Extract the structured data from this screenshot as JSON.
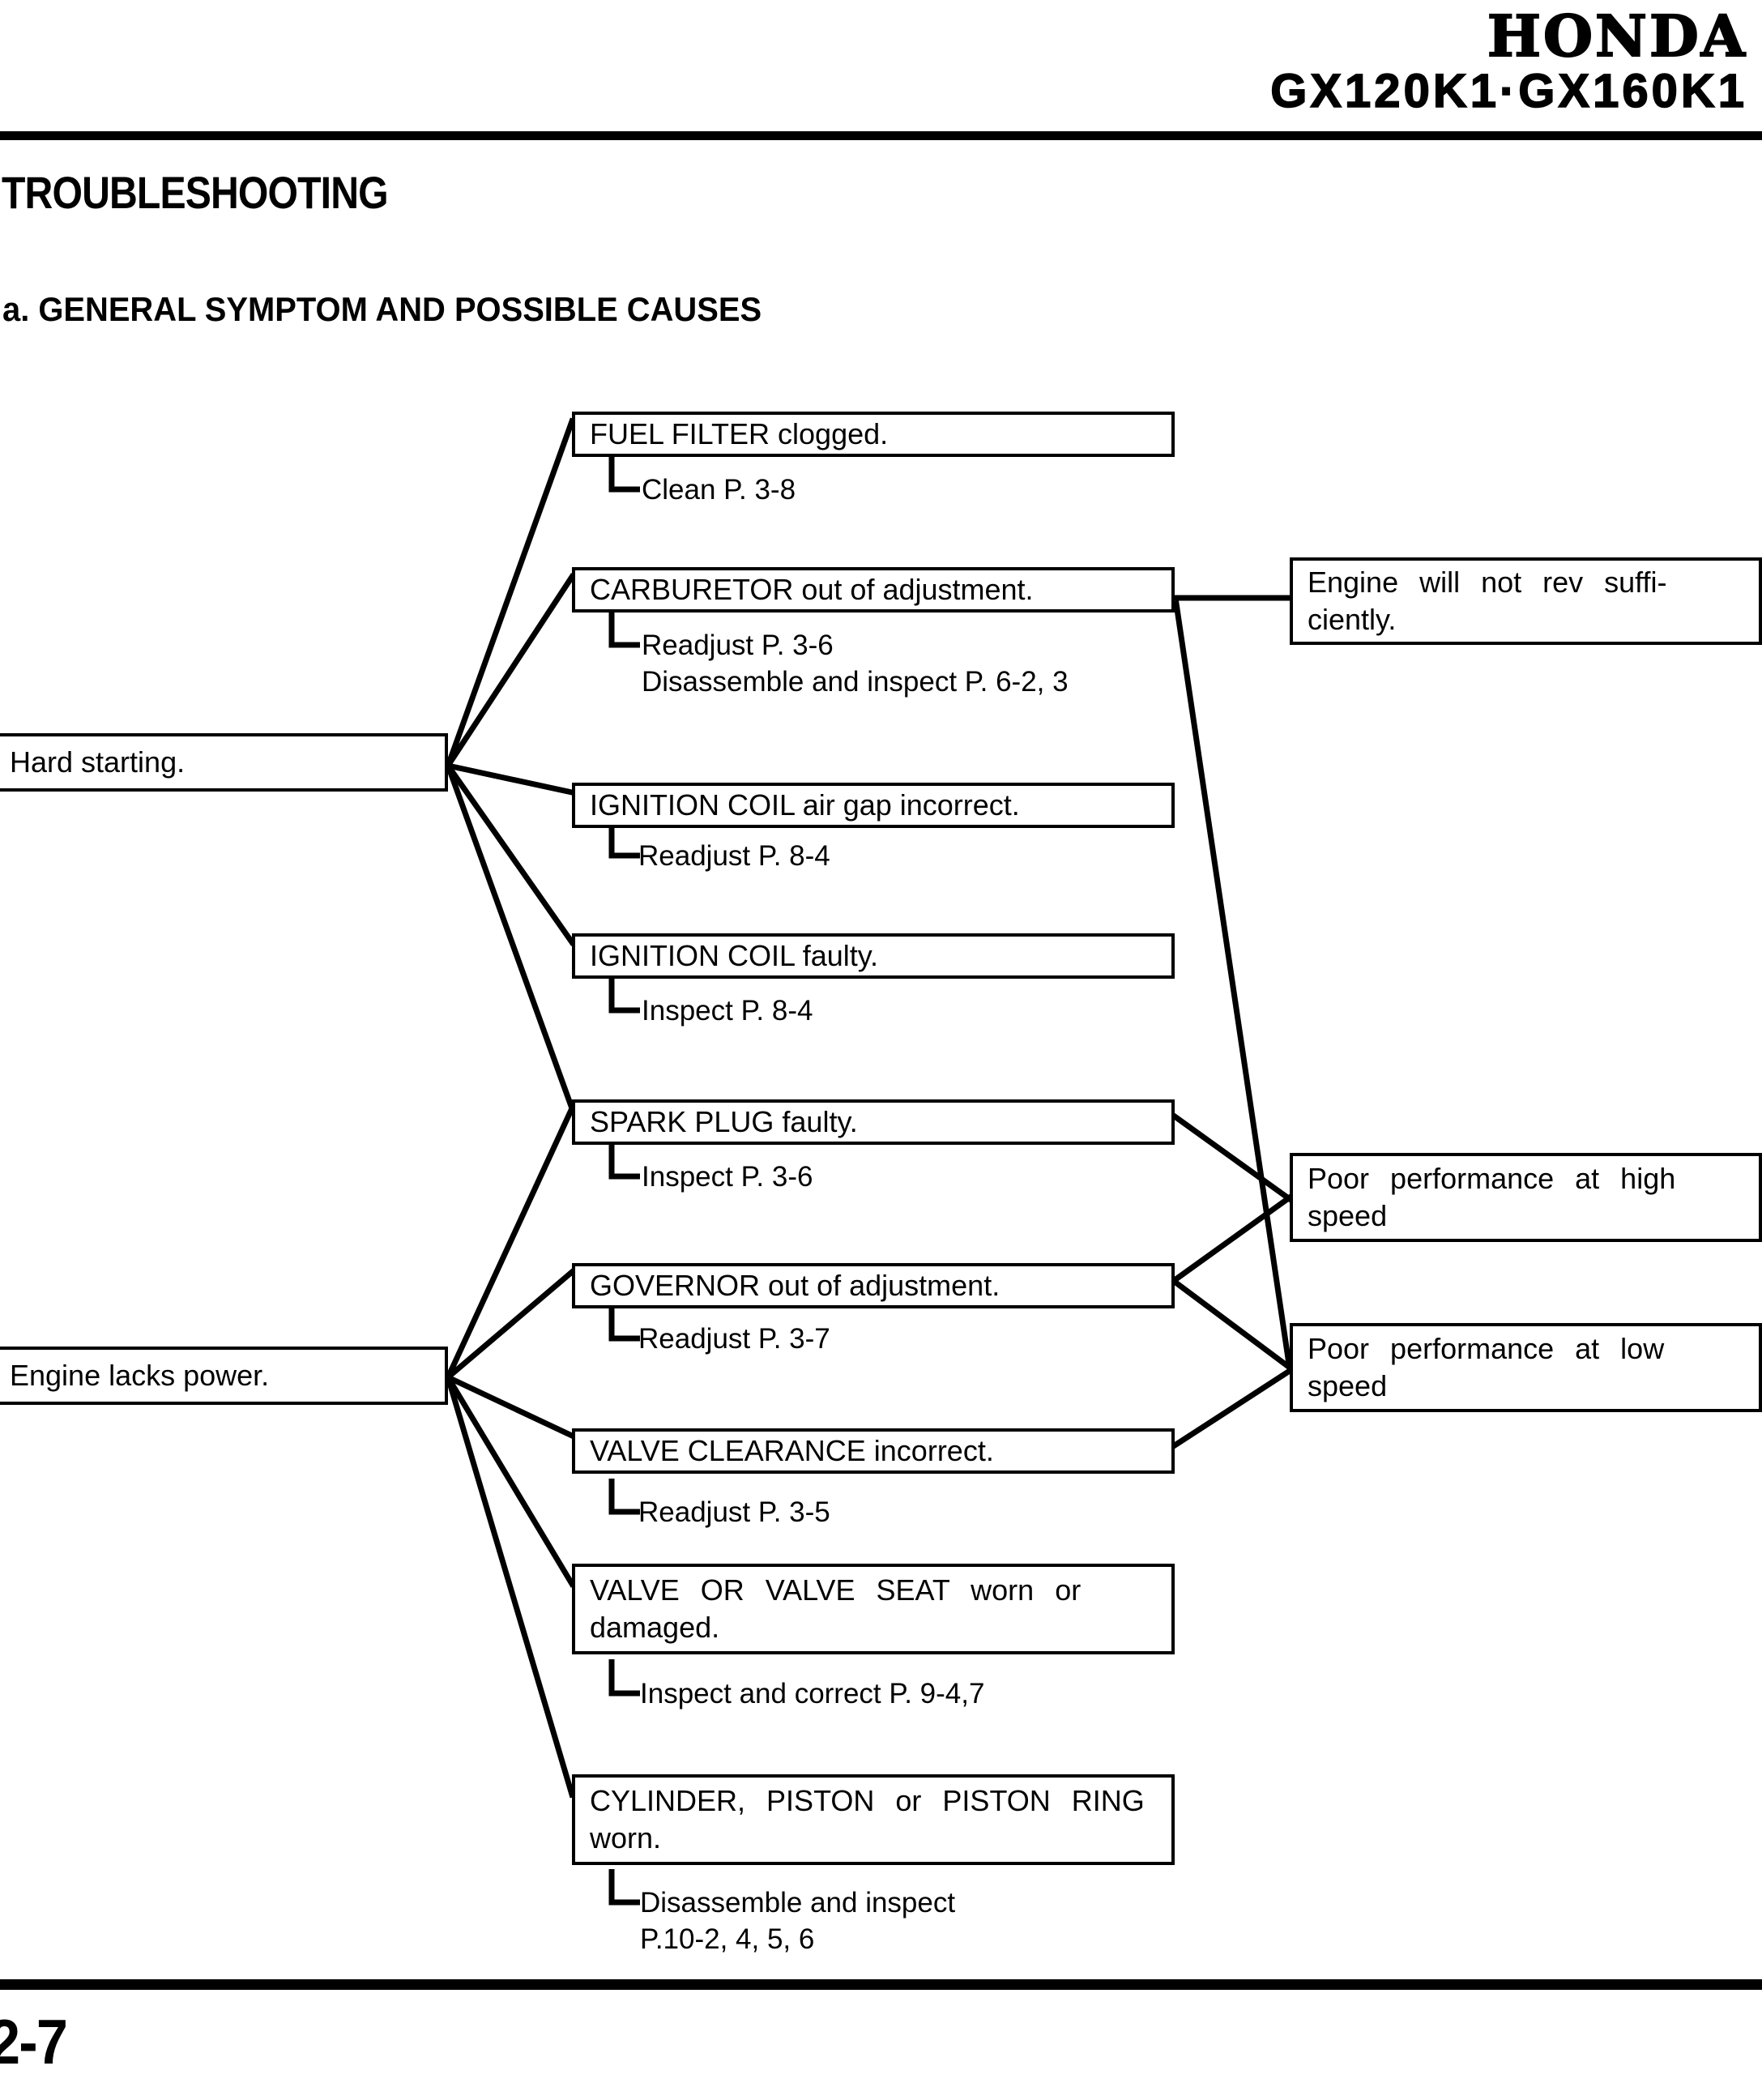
{
  "header": {
    "brand": "HONDA",
    "models": "GX120K1·GX160K1"
  },
  "titles": {
    "page_title": "TROUBLESHOOTING",
    "section_title": "a. GENERAL SYMPTOM AND POSSIBLE CAUSES"
  },
  "footer": {
    "page_number": "2-7"
  },
  "chart_data": {
    "type": "diagram",
    "title": "a. GENERAL SYMPTOM AND POSSIBLE CAUSES",
    "symptoms": [
      {
        "id": "hard-starting",
        "label": "Hard starting."
      },
      {
        "id": "engine-lacks-power",
        "label": "Engine lacks power."
      }
    ],
    "causes": [
      {
        "id": "fuel-filter",
        "label": "FUEL FILTER clogged.",
        "action": "Clean P. 3-8"
      },
      {
        "id": "carburetor",
        "label": "CARBURETOR out of adjustment.",
        "action": "Readjust P. 3-6\nDisassemble and inspect P. 6-2, 3"
      },
      {
        "id": "ignition-air-gap",
        "label": "IGNITION COIL air gap incorrect.",
        "action": "Readjust P. 8-4"
      },
      {
        "id": "ignition-faulty",
        "label": "IGNITION COIL faulty.",
        "action": "Inspect P. 8-4"
      },
      {
        "id": "spark-plug",
        "label": "SPARK PLUG faulty.",
        "action": "Inspect P. 3-6"
      },
      {
        "id": "governor",
        "label": "GOVERNOR out of adjustment.",
        "action": "Readjust P. 3-7"
      },
      {
        "id": "valve-clearance",
        "label": "VALVE CLEARANCE incorrect.",
        "action": "Readjust P. 3-5"
      },
      {
        "id": "valve-seat",
        "label": "VALVE OR VALVE SEAT worn or\ndamaged.",
        "action": "Inspect and correct P. 9-4,7"
      },
      {
        "id": "cylinder-piston",
        "label": "CYLINDER, PISTON or PISTON RING\nworn.",
        "action": "Disassemble and inspect\nP.10-2, 4, 5, 6"
      }
    ],
    "results": [
      {
        "id": "no-rev",
        "label": "Engine will not rev suffi-\nciently."
      },
      {
        "id": "poor-high",
        "label": "Poor performance at high\nspeed"
      },
      {
        "id": "poor-low",
        "label": "Poor performance at low\nspeed"
      }
    ],
    "links": [
      {
        "from": "hard-starting",
        "to": "fuel-filter"
      },
      {
        "from": "hard-starting",
        "to": "carburetor"
      },
      {
        "from": "hard-starting",
        "to": "ignition-air-gap"
      },
      {
        "from": "hard-starting",
        "to": "ignition-faulty"
      },
      {
        "from": "hard-starting",
        "to": "spark-plug"
      },
      {
        "from": "engine-lacks-power",
        "to": "spark-plug"
      },
      {
        "from": "engine-lacks-power",
        "to": "governor"
      },
      {
        "from": "engine-lacks-power",
        "to": "valve-clearance"
      },
      {
        "from": "engine-lacks-power",
        "to": "valve-seat"
      },
      {
        "from": "engine-lacks-power",
        "to": "cylinder-piston"
      },
      {
        "from": "carburetor",
        "to": "no-rev"
      },
      {
        "from": "carburetor",
        "to": "poor-low"
      },
      {
        "from": "spark-plug",
        "to": "poor-high"
      },
      {
        "from": "governor",
        "to": "poor-high"
      },
      {
        "from": "governor",
        "to": "poor-low"
      },
      {
        "from": "valve-clearance",
        "to": "poor-low"
      }
    ]
  }
}
